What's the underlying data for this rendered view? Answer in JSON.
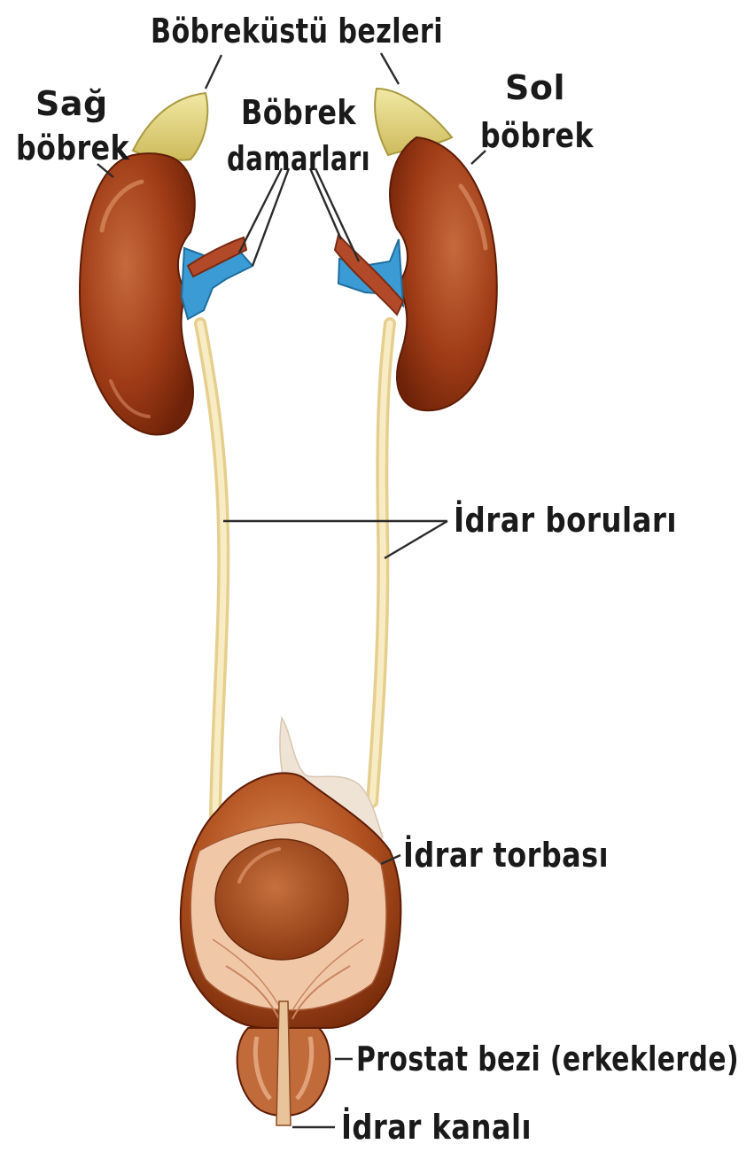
{
  "labels": {
    "adrenal": "Böbreküstü bezleri",
    "right_kidney_1": "Sağ",
    "right_kidney_2": "böbrek",
    "vessels_1": "Böbrek",
    "vessels_2": "damarları",
    "left_kidney_1": "Sol",
    "left_kidney_2": "böbrek",
    "ureters": "İdrar boruları",
    "bladder": "İdrar torbası",
    "prostate": "Prostat bezi (erkeklerde)",
    "urethra": "İdrar kanalı"
  },
  "colors": {
    "kidney": "#9c3a14",
    "kidney_light": "#c8643a",
    "adrenal": "#e8dc8a",
    "vein": "#3b9bd4",
    "artery": "#b24a2a",
    "ureter": "#f1dfa8",
    "bladder": "#b8552a",
    "bladder_inner": "#f3c9a8",
    "text": "#1a1a1a"
  }
}
